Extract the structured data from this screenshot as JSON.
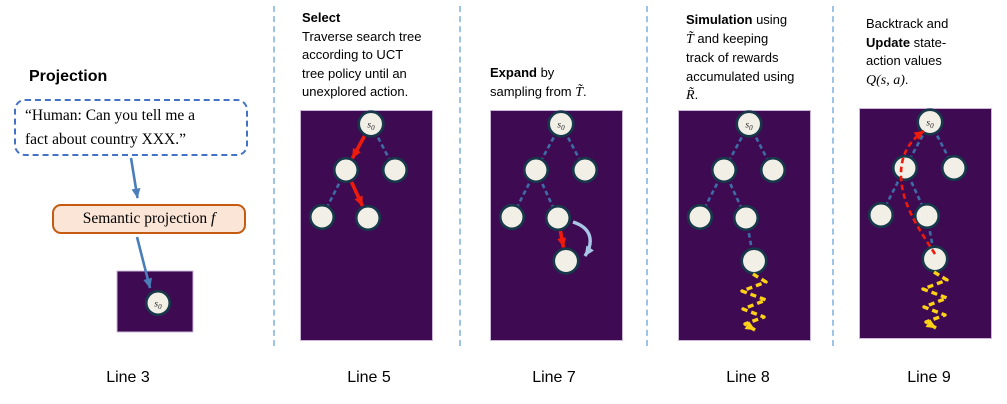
{
  "colors": {
    "panel_bg": "#3e0a52",
    "panel_border": "#cbb8d8",
    "node_fill": "#f1efe6",
    "node_stroke": "#17384a",
    "edge_dash": "#3e6ca6",
    "red": "#ee1b0c",
    "lightblue": "#a9c6e6",
    "yellow": "#fcd116",
    "separator": "#9dc3e6",
    "quote_border": "#4472c4",
    "semantic_border": "#c55a11",
    "semantic_fill": "#fbe5d6",
    "flow_arrow": "#4a7ebb"
  },
  "projection": {
    "title": "Projection",
    "quote_line1": "“Human: Can you tell me a",
    "quote_line2": "fact about country XXX.”",
    "semantic_label": "Semantic projection ",
    "semantic_math": "f",
    "node_main": "s",
    "node_sub": "0"
  },
  "labels": [
    "Line 3",
    "Line 5",
    "Line 7",
    "Line 8",
    "Line 9"
  ],
  "panels": [
    {
      "id": "select",
      "header": [
        {
          "t": "Select",
          "b": true
        },
        {
          "br": true
        },
        {
          "t": "Traverse search tree"
        },
        {
          "br": true
        },
        {
          "t": "according to UCT"
        },
        {
          "br": true
        },
        {
          "t": "tree policy until an"
        },
        {
          "br": true
        },
        {
          "t": "unexplored action."
        }
      ],
      "tree": {
        "root_main": "s",
        "root_sub": "0",
        "nodes": [
          "root",
          "a",
          "b",
          "c",
          "d"
        ],
        "edges": [
          [
            "root",
            "b",
            "dash"
          ],
          [
            "a",
            "c",
            "dash"
          ],
          [
            "root",
            "a",
            "red"
          ],
          [
            "a",
            "d",
            "red"
          ]
        ],
        "extras": []
      }
    },
    {
      "id": "expand",
      "header": [
        {
          "t": "Expand",
          "b": true
        },
        {
          "t": " by"
        },
        {
          "br": true
        },
        {
          "t": "sampling from "
        },
        {
          "t": "T̃",
          "m": true
        },
        {
          "t": "."
        }
      ],
      "tree": {
        "root_main": "s",
        "root_sub": "0",
        "nodes": [
          "root",
          "a",
          "b",
          "c",
          "d",
          "e"
        ],
        "edges": [
          [
            "root",
            "a",
            "dash"
          ],
          [
            "root",
            "b",
            "dash"
          ],
          [
            "a",
            "c",
            "dash"
          ],
          [
            "a",
            "d",
            "dash"
          ],
          [
            "d",
            "e",
            "red"
          ]
        ],
        "extras": [
          "expand-curve"
        ]
      }
    },
    {
      "id": "simulation",
      "header": [
        {
          "t": "Simulation",
          "b": true
        },
        {
          "t": " using"
        },
        {
          "br": true
        },
        {
          "t": "T̃",
          "m": true
        },
        {
          "t": " and keeping"
        },
        {
          "br": true
        },
        {
          "t": "track of rewards"
        },
        {
          "br": true
        },
        {
          "t": "accumulated using"
        },
        {
          "br": true
        },
        {
          "t": "R̃",
          "m": true
        },
        {
          "t": "."
        }
      ],
      "tree": {
        "root_main": "s",
        "root_sub": "0",
        "nodes": [
          "root",
          "a",
          "b",
          "c",
          "d",
          "e"
        ],
        "edges": [
          [
            "root",
            "a",
            "dash"
          ],
          [
            "root",
            "b",
            "dash"
          ],
          [
            "a",
            "c",
            "dash"
          ],
          [
            "a",
            "d",
            "dash"
          ],
          [
            "d",
            "e",
            "dash"
          ]
        ],
        "extras": [
          "rollout-zigzag"
        ]
      }
    },
    {
      "id": "update",
      "header": [
        {
          "t": "Backtrack and"
        },
        {
          "br": true
        },
        {
          "t": "Update",
          "b": true
        },
        {
          "t": " state-"
        },
        {
          "br": true
        },
        {
          "t": "action values"
        },
        {
          "br": true
        },
        {
          "t": "Q(s, a)",
          "m": true
        },
        {
          "t": "."
        }
      ],
      "tree": {
        "root_main": "s",
        "root_sub": "0",
        "nodes": [
          "root",
          "a",
          "b",
          "c",
          "d",
          "e"
        ],
        "edges": [
          [
            "root",
            "a",
            "dash"
          ],
          [
            "root",
            "b",
            "dash"
          ],
          [
            "a",
            "c",
            "dash"
          ],
          [
            "a",
            "d",
            "dash"
          ],
          [
            "d",
            "e",
            "dash"
          ]
        ],
        "extras": [
          "rollout-zigzag",
          "backtrack-arrow"
        ]
      }
    }
  ]
}
